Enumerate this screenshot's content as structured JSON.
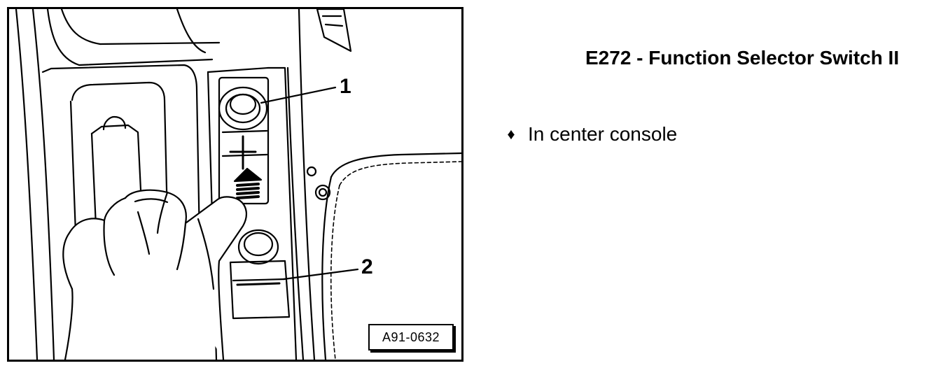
{
  "figure": {
    "figure_id": "A91-0632",
    "callouts": [
      "1",
      "2"
    ]
  },
  "legend": {
    "title": "E272 - Function Selector Switch II",
    "bullets": [
      {
        "icon": "diamond-bullet-icon",
        "text": "In center console"
      }
    ]
  }
}
